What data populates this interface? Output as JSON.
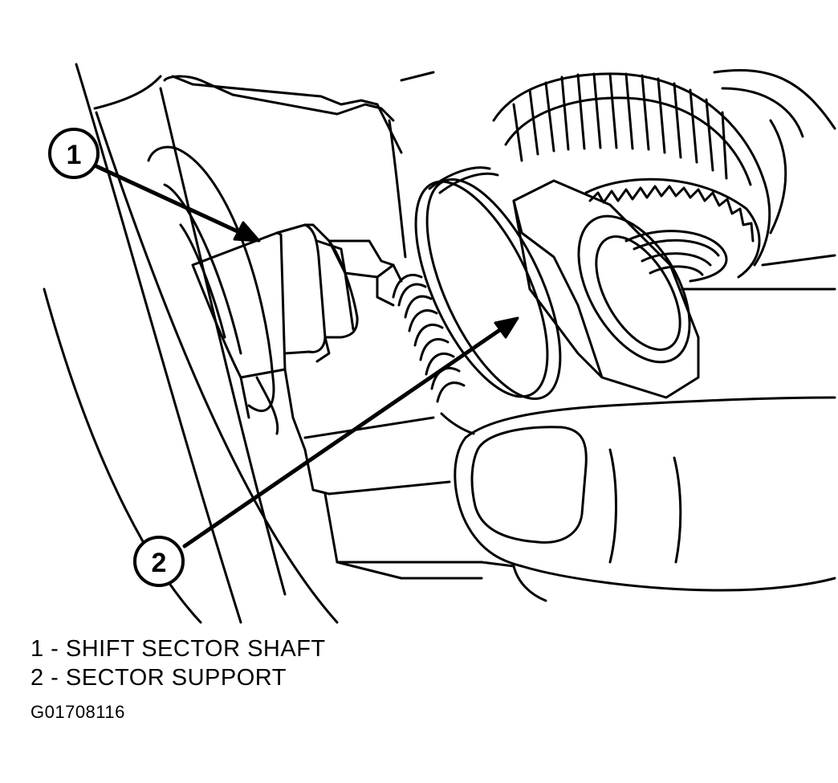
{
  "callouts": [
    {
      "number": "1"
    },
    {
      "number": "2"
    }
  ],
  "legend": [
    {
      "text": "1 - SHIFT SECTOR SHAFT"
    },
    {
      "text": "2 - SECTOR SUPPORT"
    }
  ],
  "figure_code": "G01708116"
}
